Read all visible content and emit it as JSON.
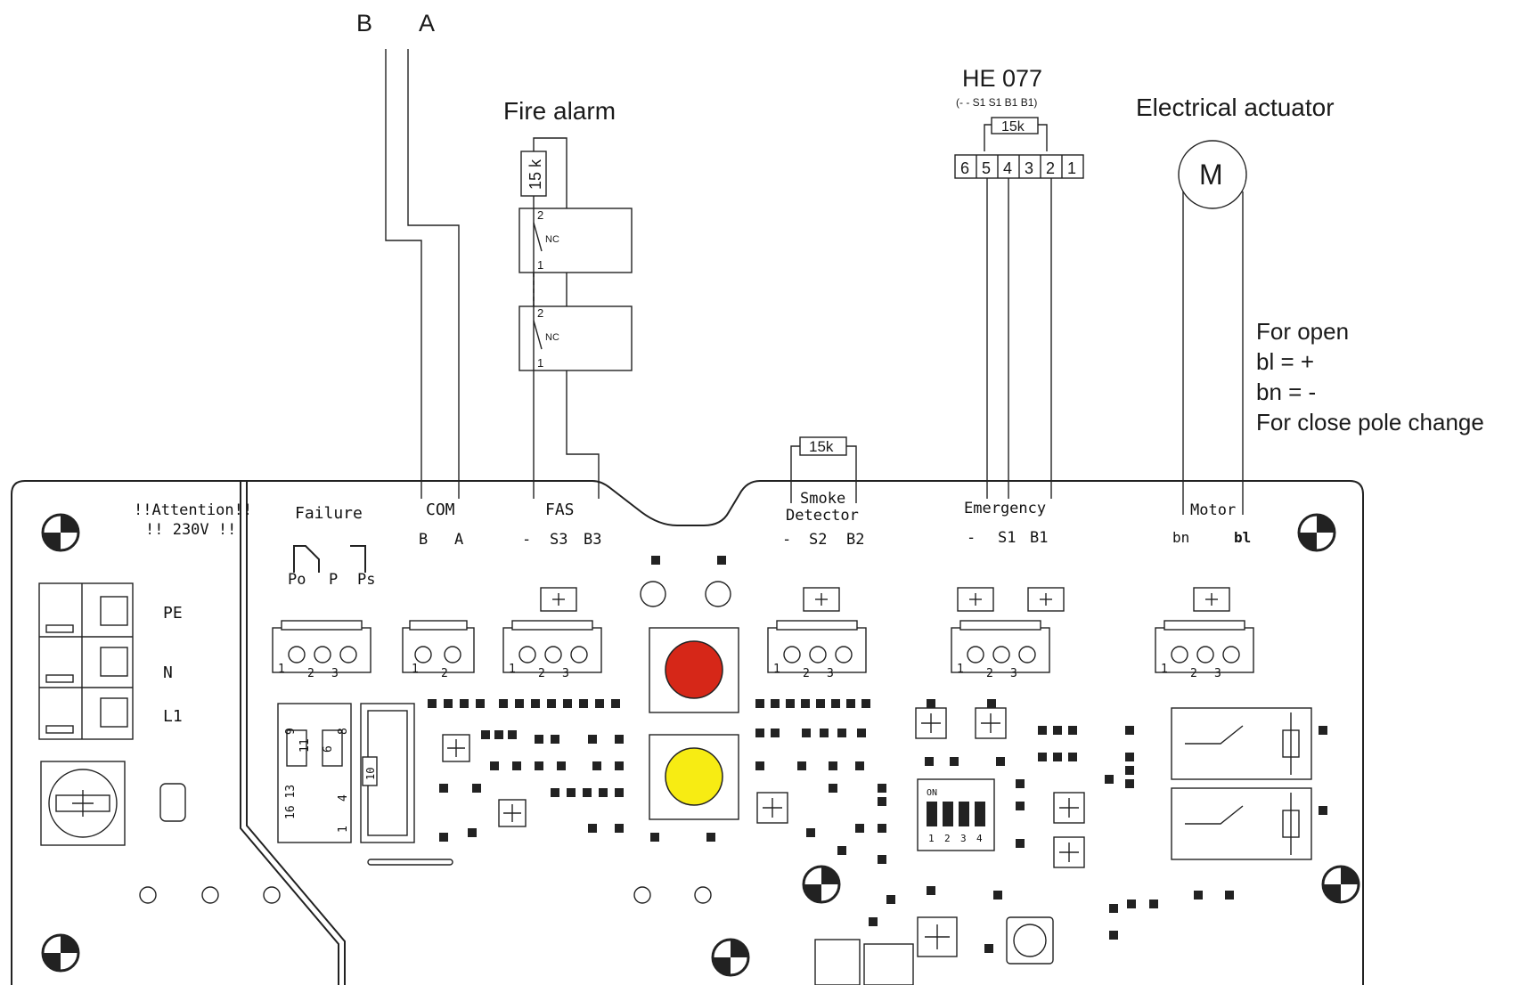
{
  "top_labels": {
    "b": "B",
    "a": "A"
  },
  "fire_alarm": {
    "title": "Fire alarm",
    "resistor": "15 k",
    "contact_no": "2",
    "contact_nc": "NC",
    "contact_one": "1"
  },
  "he077": {
    "title": "HE 077",
    "pins_caption": "(-   -   S1  S1 B1 B1)",
    "resistor": "15k",
    "terminals": [
      "6",
      "5",
      "4",
      "3",
      "2",
      "1"
    ]
  },
  "actuator": {
    "title": "Electrical actuator",
    "motor": "M"
  },
  "wiring_note": [
    "For open",
    "bl  = +",
    "bn = -",
    "For close pole change"
  ],
  "smoke_resistor": "15k",
  "board": {
    "attention": [
      "!!Attention!!",
      "!! 230V !!"
    ],
    "power_labels": [
      "PE",
      "N",
      "L1"
    ],
    "failure": {
      "title": "Failure",
      "pins": [
        "Po",
        "P",
        "Ps"
      ]
    },
    "com": {
      "title": "COM",
      "pins": [
        "B",
        "A"
      ]
    },
    "fas": {
      "title": "FAS",
      "pins": [
        "-",
        "S3",
        "B3"
      ]
    },
    "smoke": {
      "title": [
        "Smoke",
        "Detector"
      ],
      "pins": [
        "-",
        "S2",
        "B2"
      ]
    },
    "emergency": {
      "title": "Emergency",
      "pins": [
        "-",
        "S1",
        "B1"
      ]
    },
    "motor": {
      "title": "Motor",
      "pins": [
        "bn",
        "bl"
      ]
    },
    "connector_pin_labels": [
      "1",
      "2",
      "3"
    ],
    "dip_labels": [
      "ON",
      "1",
      "2",
      "3",
      "4"
    ],
    "jumper_labels": [
      "9",
      "11",
      "6",
      "8",
      "16 13",
      "1",
      "4"
    ],
    "fuse_label": "10",
    "buttons": [
      {
        "name": "red-button",
        "color": "#d62718"
      },
      {
        "name": "yellow-button",
        "color": "#f7ec13"
      }
    ]
  }
}
